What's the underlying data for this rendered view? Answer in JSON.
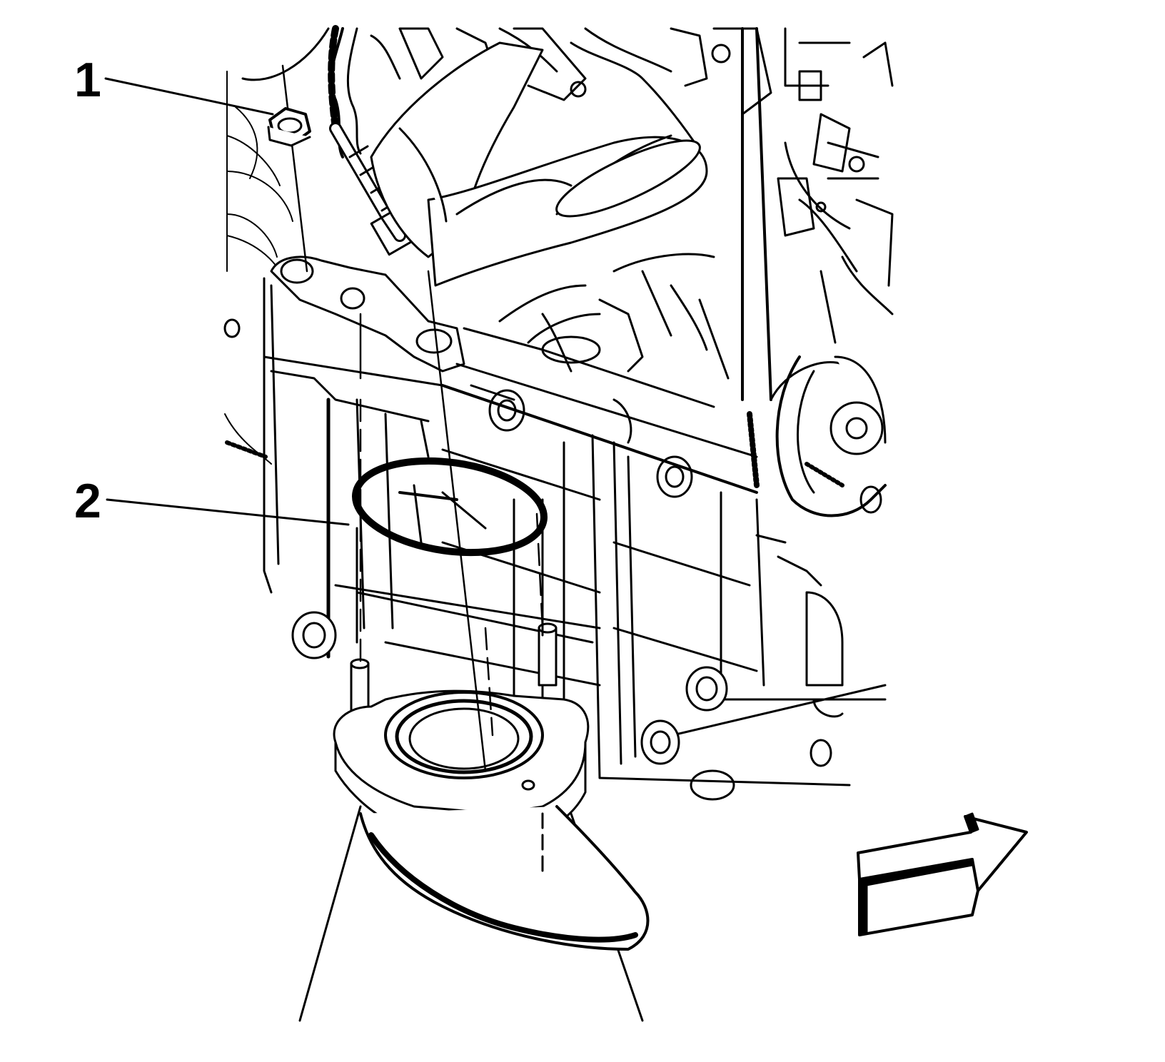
{
  "callouts": [
    {
      "number": "1",
      "target": "exhaust-manifold-nut"
    },
    {
      "number": "2",
      "target": "exhaust-manifold-gasket"
    }
  ],
  "colors": {
    "line": "#000000",
    "background": "#ffffff",
    "fill": "#ffffff"
  },
  "view_arrow": {
    "icon": "front-direction-arrow-icon"
  }
}
